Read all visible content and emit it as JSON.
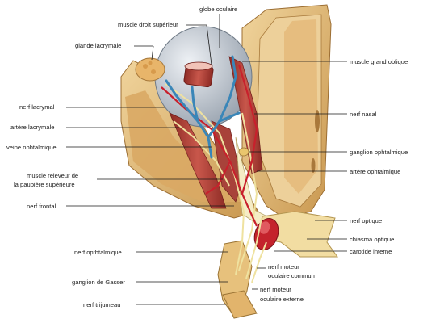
{
  "labels": {
    "globe_oculaire": "globe oculaire",
    "muscle_droit_superieur": "muscle droit supérieur",
    "glande_lacrymale": "glande lacrymale",
    "muscle_grand_oblique": "muscle grand oblique",
    "nerf_lacrymal": "nerf lacrymal",
    "nerf_nasal": "nerf nasal",
    "artere_lacrymale": "artère lacrymale",
    "veine_ophtalmique": "veine ophtalmique",
    "ganglion_ophtalmique": "ganglion ophtalmique",
    "artere_ophtalmique": "artère ophtalmique",
    "muscle_releveur_l1": "muscle releveur de",
    "muscle_releveur_l2": "la paupière supérieure",
    "nerf_frontal": "nerf frontal",
    "nerf_optique": "nerf optique",
    "chiasma_optique": "chiasma optique",
    "carotide_interne": "carotide interne",
    "nerf_ophtalmique": "nerf opthtalmique",
    "nerf_moteur_commun_l1": "nerf moteur",
    "nerf_moteur_commun_l2": "oculaire commun",
    "ganglion_gasser": "ganglion de Gasser",
    "nerf_moteur_externe_l1": "nerf moteur",
    "nerf_moteur_externe_l2": "oculaire externe",
    "nerf_trijumeau": "nerf trijumeau"
  },
  "colors": {
    "bone": "#e6bf7c",
    "bone_dark": "#b88a44",
    "muscle": "#b8433a",
    "artery": "#c8202c",
    "vein": "#3a86b8",
    "nerve": "#f1e6a8",
    "eye": "#bfc6cf"
  }
}
